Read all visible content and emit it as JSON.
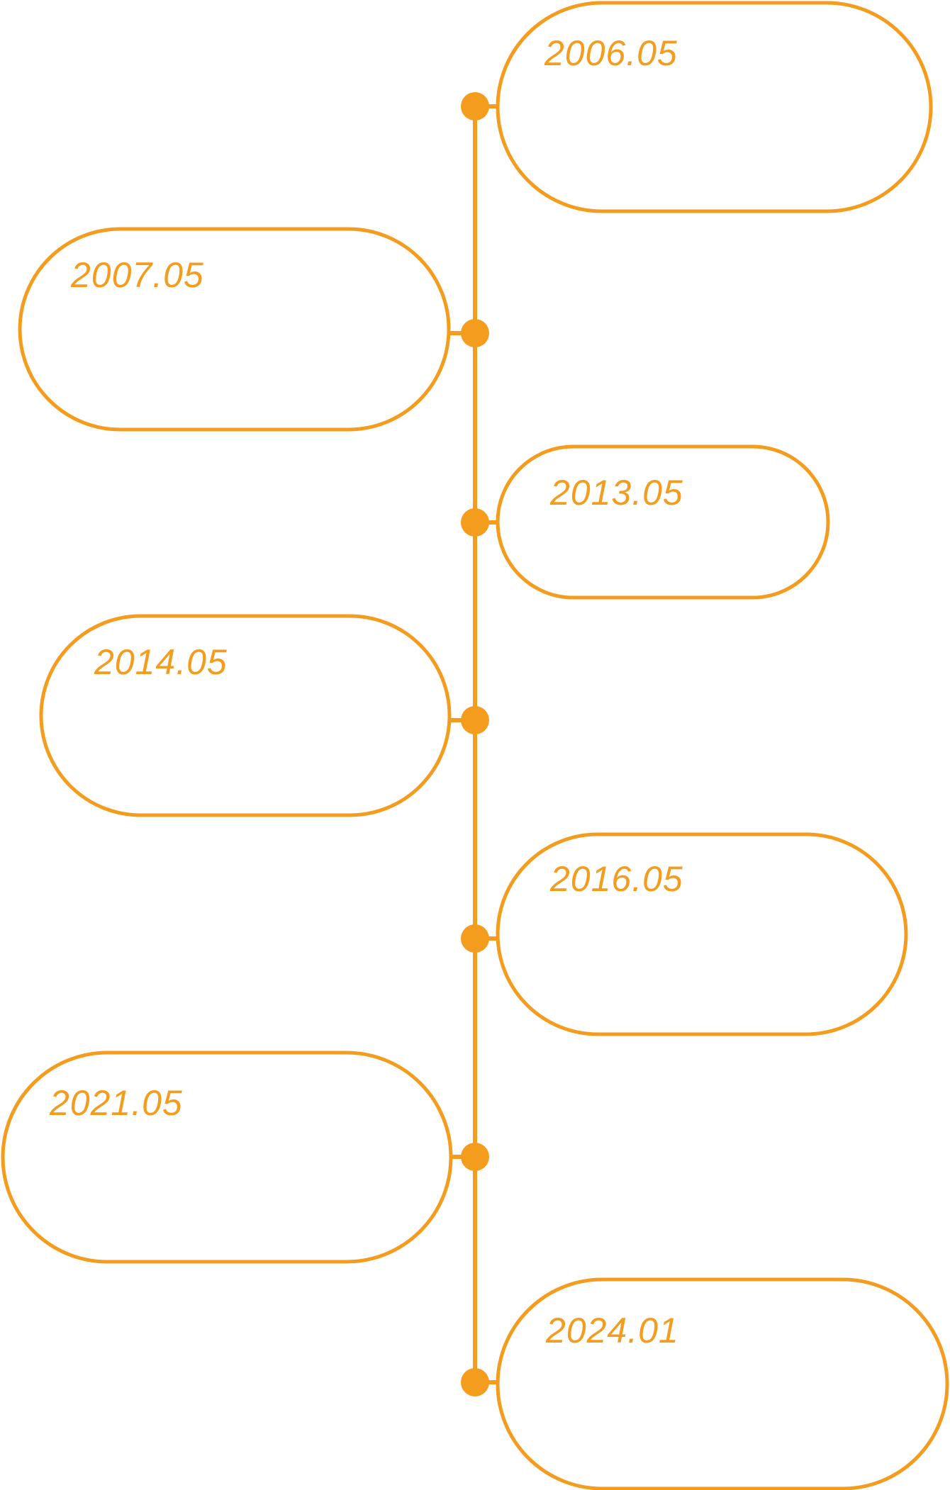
{
  "colors": {
    "accent": "#F39C1E",
    "background": "#FFFFFF"
  },
  "timeline": {
    "events": [
      {
        "date": "2006.05",
        "side": "right"
      },
      {
        "date": "2007.05",
        "side": "left"
      },
      {
        "date": "2013.05",
        "side": "right"
      },
      {
        "date": "2014.05",
        "side": "left"
      },
      {
        "date": "2016.05",
        "side": "right"
      },
      {
        "date": "2021.05",
        "side": "left"
      },
      {
        "date": "2024.01",
        "side": "right"
      }
    ]
  }
}
